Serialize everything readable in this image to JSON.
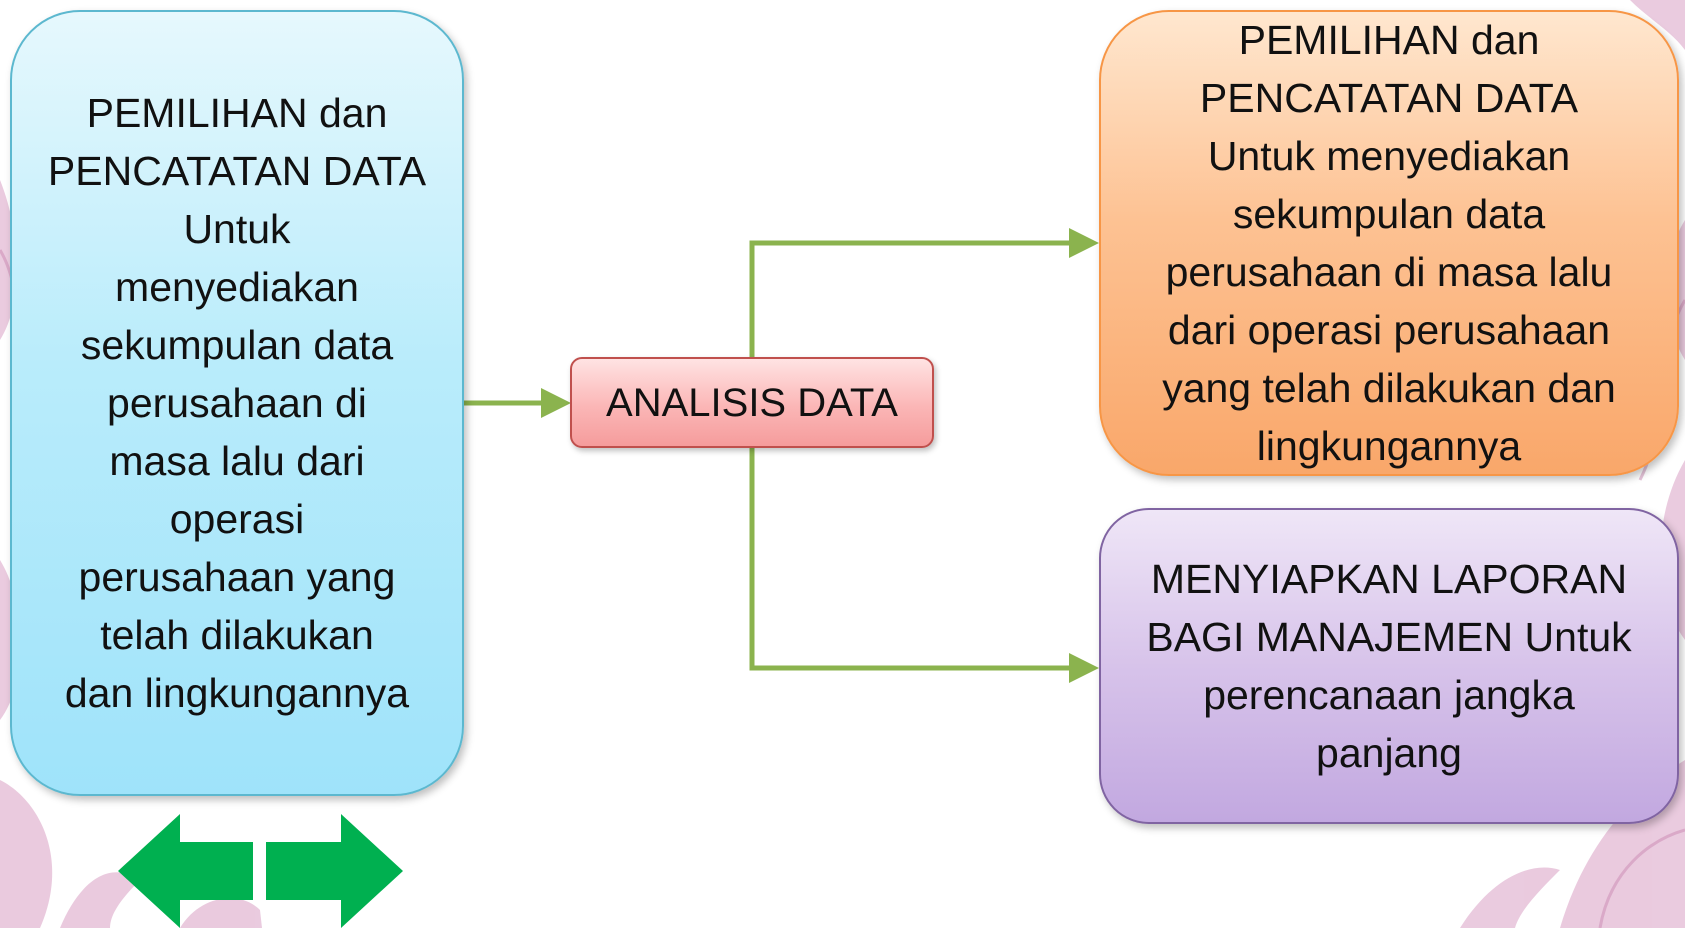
{
  "diagram": {
    "source_box": {
      "text": "PEMILIHAN dan\nPENCATATAN DATA\nUntuk\nmenyediakan\nsekumpulan data\nperusahaan di\nmasa lalu dari\noperasi\nperusahaan yang\ntelah dilakukan\ndan lingkungannya"
    },
    "center_box": {
      "text": "ANALISIS DATA"
    },
    "output_top_box": {
      "text": "PEMILIHAN dan\nPENCATATAN DATA\nUntuk menyediakan\nsekumpulan data\nperusahaan di masa lalu\ndari operasi perusahaan\nyang telah dilakukan dan\nlingkungannya"
    },
    "output_bottom_box": {
      "text": "MENYIAPKAN LAPORAN\nBAGI MANAJEMEN Untuk\nperencanaan jangka\npanjang"
    }
  },
  "navigation": {
    "prev_icon": "arrow-left-icon",
    "next_icon": "arrow-right-icon"
  },
  "colors": {
    "connector": "#8bb34e",
    "nav_arrow": "#00b050",
    "decoration": "#d9a0c4"
  }
}
